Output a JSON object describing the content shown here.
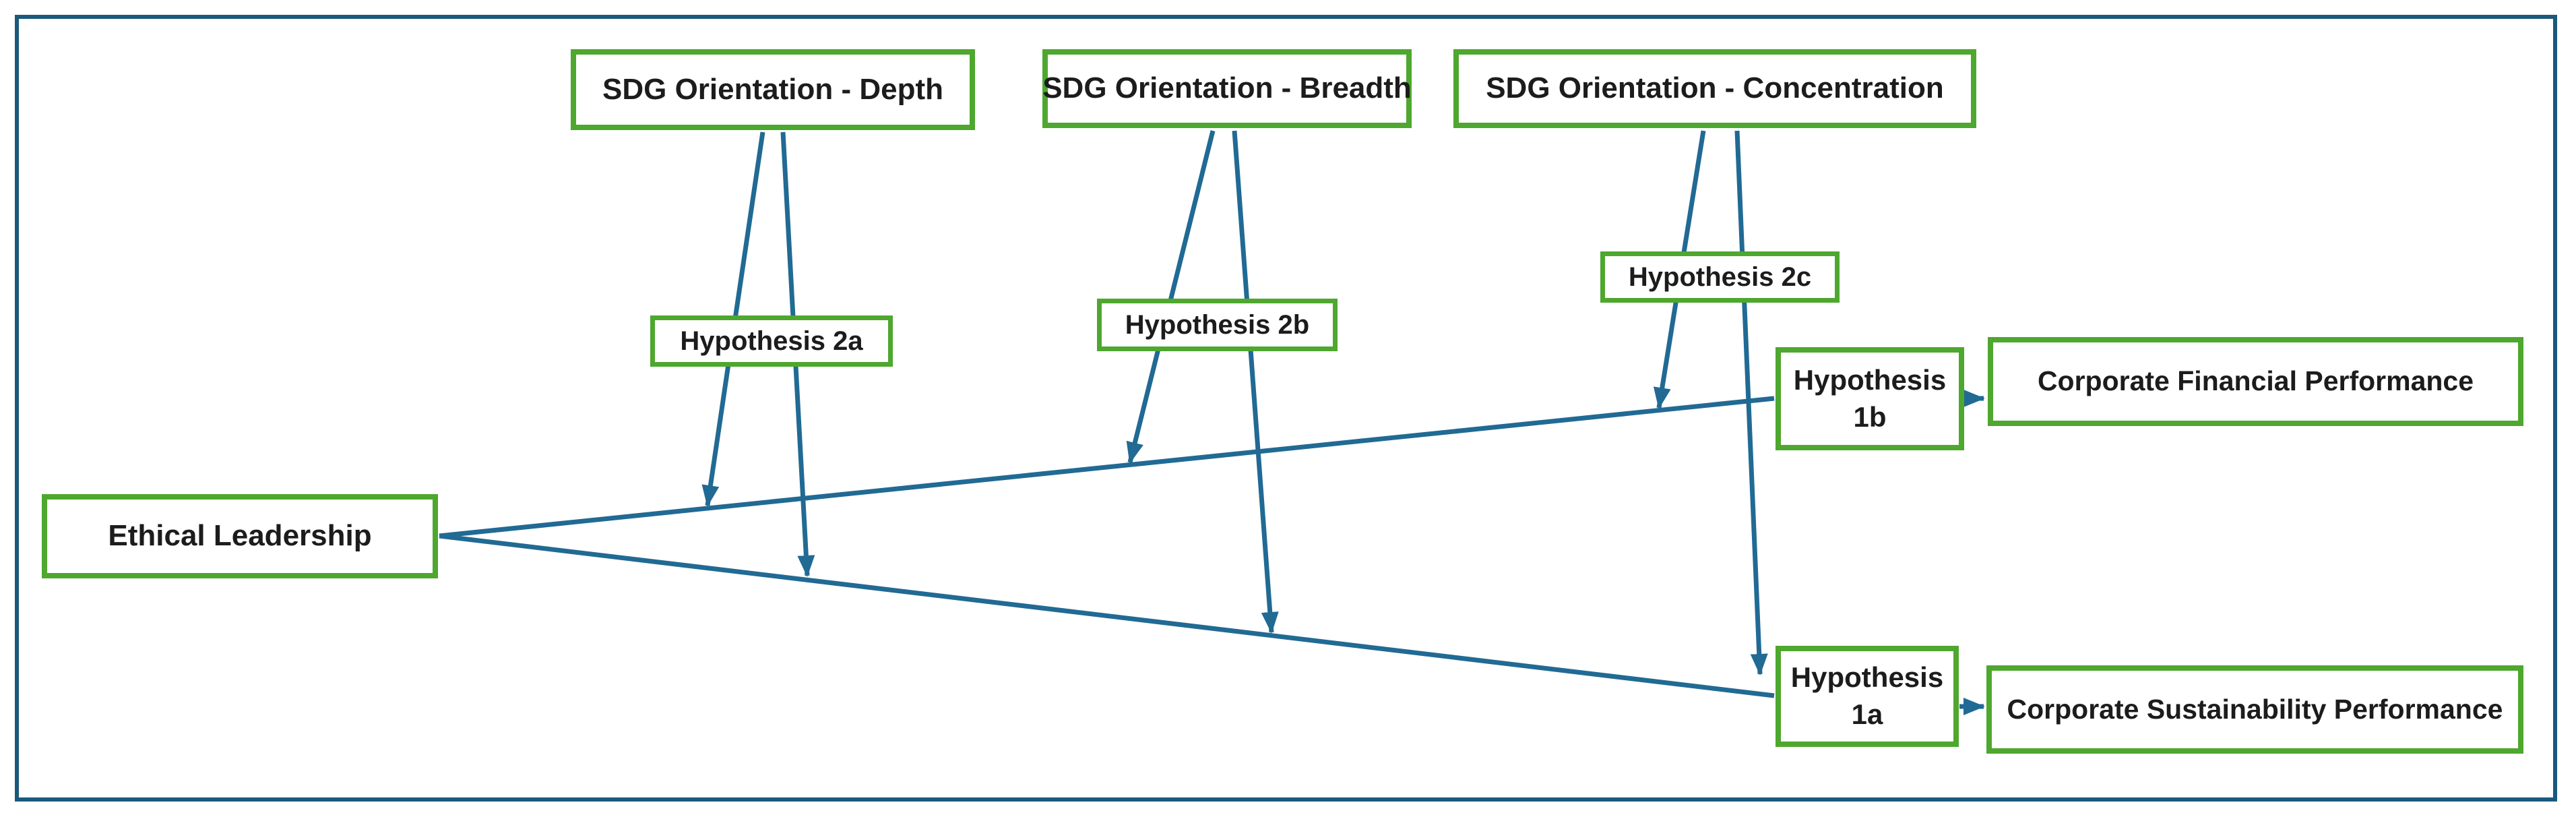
{
  "diagram": {
    "colors": {
      "node_border_green": "#4ea72e",
      "arrow_blue": "#216a94",
      "outer_frame_blue": "#19597c",
      "text": "#1c1c1c",
      "background": "#ffffff"
    },
    "nodes": {
      "sdg_depth": {
        "label": "SDG Orientation - Depth"
      },
      "sdg_breadth": {
        "label": "SDG Orientation - Breadth"
      },
      "sdg_concentration": {
        "label": "SDG Orientation - Concentration"
      },
      "hypothesis_2a": {
        "label": "Hypothesis 2a"
      },
      "hypothesis_2b": {
        "label": "Hypothesis 2b"
      },
      "hypothesis_2c": {
        "label": "Hypothesis 2c"
      },
      "ethical_leadership": {
        "label": "Ethical Leadership"
      },
      "hypothesis_1b": {
        "line1": "Hypothesis",
        "line2": "1b"
      },
      "hypothesis_1a": {
        "line1": "Hypothesis",
        "line2": "1a"
      },
      "corporate_financial_performance": {
        "label": "Corporate Financial Performance"
      },
      "corporate_sustainability_performance": {
        "label": "Corporate Sustainability Performance"
      }
    },
    "edges": [
      {
        "from": "ethical_leadership",
        "to": "hypothesis_1b",
        "arrowhead": false
      },
      {
        "from": "hypothesis_1b",
        "to": "corporate_financial_performance",
        "arrowhead": true
      },
      {
        "from": "ethical_leadership",
        "to": "hypothesis_1a",
        "arrowhead": false
      },
      {
        "from": "hypothesis_1a",
        "to": "corporate_sustainability_performance",
        "arrowhead": true
      },
      {
        "from": "sdg_depth",
        "to": "path_el_to_cfp",
        "through": "hypothesis_2a",
        "arrowhead": true
      },
      {
        "from": "sdg_depth",
        "to": "path_el_to_csp",
        "through": "hypothesis_2a",
        "arrowhead": true
      },
      {
        "from": "sdg_breadth",
        "to": "path_el_to_cfp",
        "through": "hypothesis_2b",
        "arrowhead": true
      },
      {
        "from": "sdg_breadth",
        "to": "path_el_to_csp",
        "through": "hypothesis_2b",
        "arrowhead": true
      },
      {
        "from": "sdg_concentration",
        "to": "path_el_to_cfp",
        "through": "hypothesis_2c",
        "arrowhead": true
      },
      {
        "from": "sdg_concentration",
        "to": "path_el_to_csp",
        "through": "hypothesis_2c",
        "arrowhead": true
      }
    ]
  }
}
